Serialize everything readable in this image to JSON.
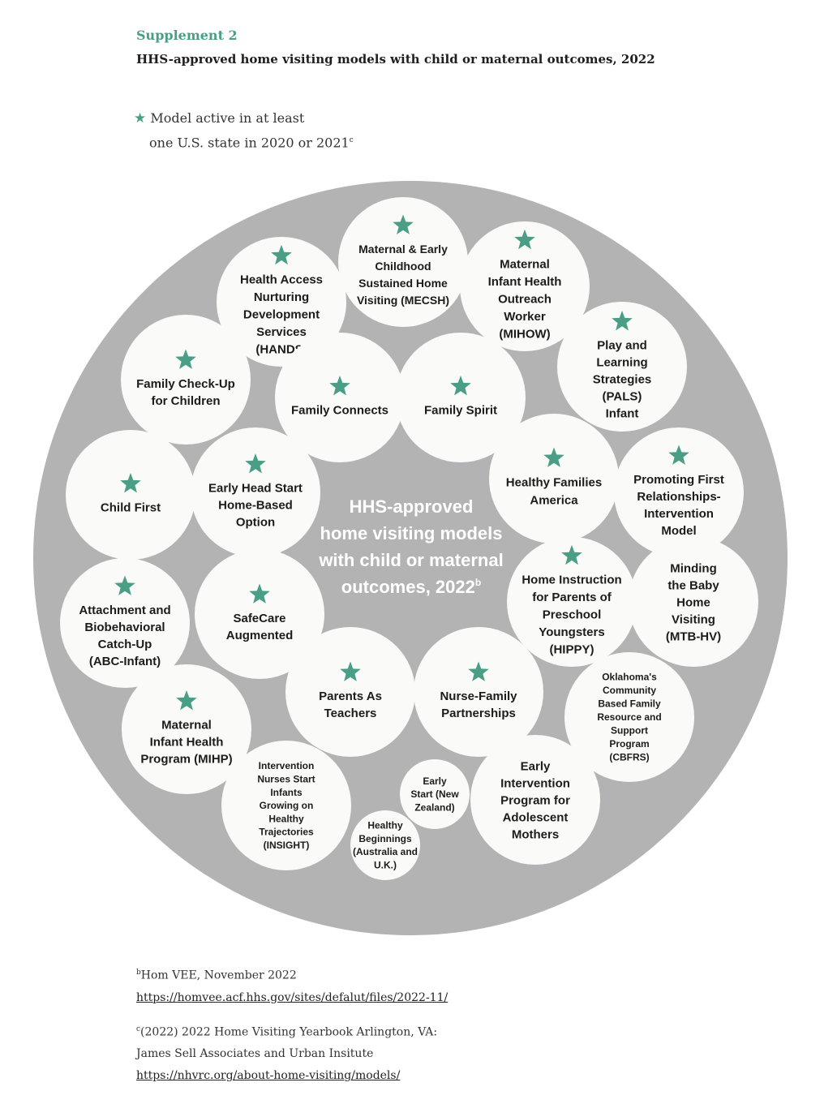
{
  "header": {
    "supplement": "Supplement 2",
    "title": "HHS-approved home visiting models with child or maternal outcomes, 2022"
  },
  "legend": {
    "star_glyph": "★",
    "line1": "Model active in at least",
    "line2": "one U.S. state in 2020 or 2021",
    "line2_sup": "c"
  },
  "center": {
    "lines": [
      "HHS-approved",
      "home visiting models",
      "with child or maternal",
      "outcomes, 2022"
    ],
    "sup": "b"
  },
  "models": [
    {
      "lines": [
        "Maternal & Early",
        "Childhood",
        "Sustained Home",
        "Visiting (MECSH)"
      ],
      "star": true
    },
    {
      "lines": [
        "Health Access",
        "Nurturing",
        "Development",
        "Services",
        "(HANDS)"
      ],
      "star": true
    },
    {
      "lines": [
        "Maternal",
        "Infant Health",
        "Outreach",
        "Worker",
        "(MIHOW)"
      ],
      "star": true
    },
    {
      "lines": [
        "Play and",
        "Learning",
        "Strategies",
        "(PALS)",
        "Infant"
      ],
      "star": true
    },
    {
      "lines": [
        "Family Check-Up",
        "for Children"
      ],
      "star": true
    },
    {
      "lines": [
        "Family Connects"
      ],
      "star": true
    },
    {
      "lines": [
        "Family Spirit"
      ],
      "star": true
    },
    {
      "lines": [
        "Healthy Families",
        "America"
      ],
      "star": true
    },
    {
      "lines": [
        "Promoting First",
        "Relationships-",
        "Intervention",
        "Model"
      ],
      "star": true
    },
    {
      "lines": [
        "Child First"
      ],
      "star": true
    },
    {
      "lines": [
        "Early Head Start",
        "Home-Based",
        "Option"
      ],
      "star": true
    },
    {
      "lines": [
        "Home Instruction",
        "for Parents of",
        "Preschool",
        "Youngsters",
        "(HIPPY)"
      ],
      "star": true
    },
    {
      "lines": [
        "Minding",
        "the Baby",
        "Home",
        "Visiting",
        "(MTB-HV)"
      ],
      "star": false
    },
    {
      "lines": [
        "Attachment and",
        "Biobehavioral",
        "Catch-Up",
        "(ABC-Infant)"
      ],
      "star": true
    },
    {
      "lines": [
        "SafeCare",
        "Augmented"
      ],
      "star": true
    },
    {
      "lines": [
        "Parents As",
        "Teachers"
      ],
      "star": true
    },
    {
      "lines": [
        "Nurse-Family",
        "Partnerships"
      ],
      "star": true
    },
    {
      "lines": [
        "Oklahoma's",
        "Community",
        "Based Family",
        "Resource and",
        "Support",
        "Program",
        "(CBFRS)"
      ],
      "star": false
    },
    {
      "lines": [
        "Maternal",
        "Infant Health",
        "Program (MIHP)"
      ],
      "star": true
    },
    {
      "lines": [
        "Intervention",
        "Nurses Start",
        "Infants",
        "Growing on",
        "Healthy",
        "Trajectories",
        "(INSIGHT)"
      ],
      "star": false
    },
    {
      "lines": [
        "Early",
        "Start (New",
        "Zealand)"
      ],
      "star": false
    },
    {
      "lines": [
        "Early",
        "Intervention",
        "Program for",
        "Adolescent",
        "Mothers"
      ],
      "star": false
    },
    {
      "lines": [
        "Healthy",
        "Beginnings",
        "(Australia and",
        "U.K.)"
      ],
      "star": false
    }
  ],
  "footnotes": {
    "b_mark": "b",
    "b_text": "Hom VEE, November 2022",
    "b_link": "https://homvee.acf.hhs.gov/sites/defalut/files/2022-11/",
    "c_mark": "c",
    "c_text1": "(2022) 2022 Home Visiting Yearbook Arlington, VA:",
    "c_text2": "James Sell Associates and Urban Insitute",
    "c_link": "https://nhvrc.org/about-home-visiting/models/"
  },
  "colors": {
    "accent_green": "#4a9e85",
    "outer_circle": "#b3b3b3",
    "bubble_fill": "#fafaf8"
  }
}
